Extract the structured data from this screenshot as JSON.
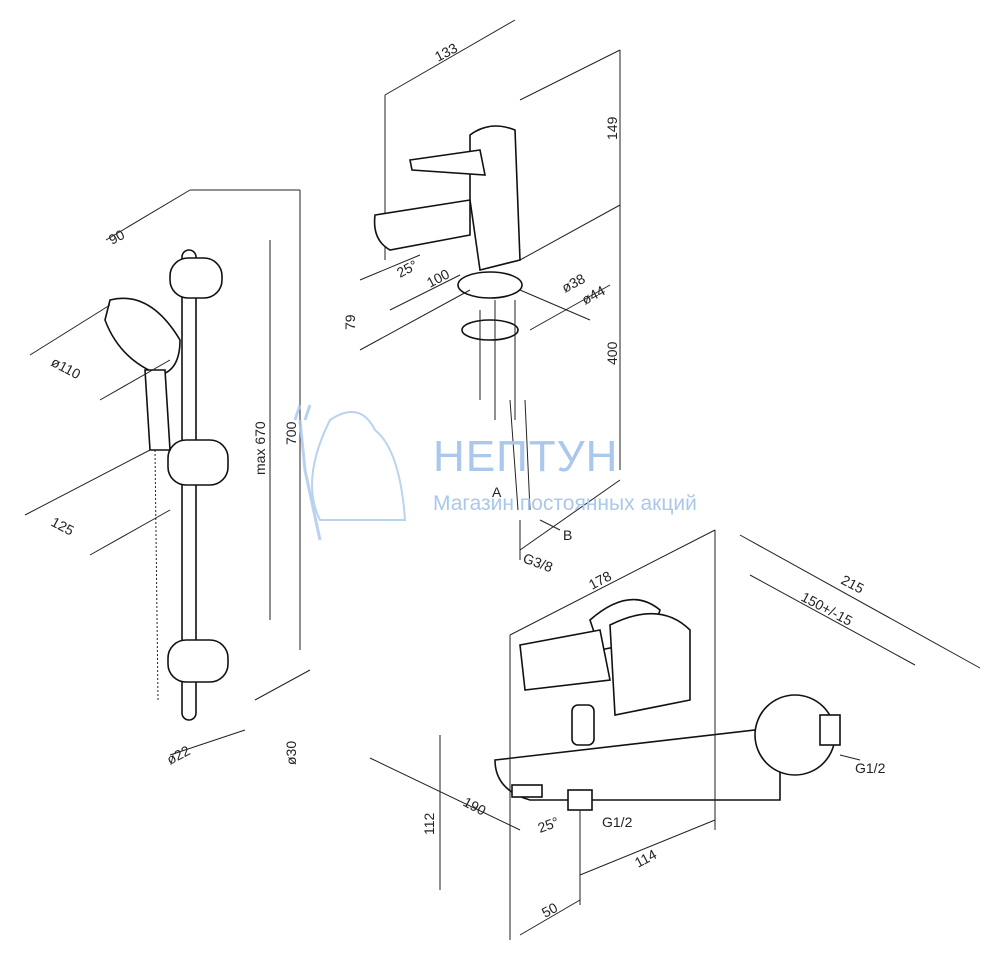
{
  "basin_mixer": {
    "width": "133",
    "height": "149",
    "spout_angle": "25°",
    "spout_reach": "100",
    "base_d1": "ø38",
    "base_d2": "ø44",
    "spout_height": "79",
    "hose_length": "400",
    "hose_a": "A",
    "hose_b": "B",
    "hose_thread": "G3/8"
  },
  "shower_set": {
    "bar_offset": "90",
    "head_d": "ø110",
    "holder_reach": "125",
    "max_spacing": "max 670",
    "bar_length": "700",
    "bar_d": "ø22",
    "bracket_d": "ø30"
  },
  "bath_mixer": {
    "depth": "178",
    "overall": "215",
    "centers": "150+/-15",
    "inlet_thread": "G1/2",
    "height": "112",
    "spout_reach": "190",
    "spout_angle": "25°",
    "outlet_thread": "G1/2",
    "body_len": "114",
    "spout_offset": "50"
  },
  "watermark": {
    "brand": "НЕПТУН",
    "tagline": "Магазин постоянных акций"
  },
  "colors": {
    "line": "#222222",
    "watermark": "#a9c8ec"
  }
}
